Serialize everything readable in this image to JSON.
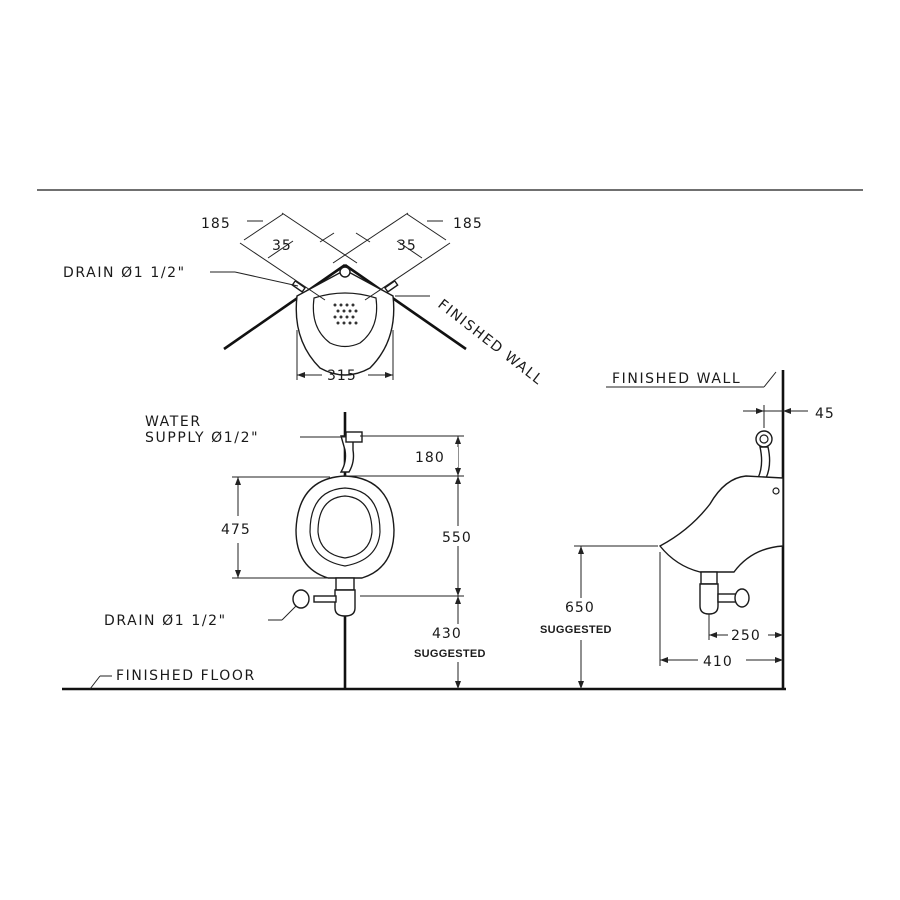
{
  "top_view": {
    "dim_left_outer": "185",
    "dim_left_inner": "35",
    "dim_right_inner": "35",
    "dim_right_outer": "185",
    "drain_label": "DRAIN  Ø1 1/2\"",
    "wall_label": "FINISHED  WALL",
    "width_dim": "315"
  },
  "front_view": {
    "water_label_1": "WATER",
    "water_label_2": "SUPPLY  Ø1/2\"",
    "dim_bowl_height": "475",
    "dim_supply_gap": "180",
    "dim_supply_to_drain": "550",
    "dim_drain_height": "430",
    "dim_drain_note": "SUGGESTED",
    "drain_label": "DRAIN  Ø1  1/2\"",
    "floor_label": "FINISHED  FLOOR"
  },
  "side_view": {
    "wall_label": "FINISHED  WALL",
    "dim_wall_offset": "45",
    "dim_rim_height": "650",
    "dim_rim_note": "SUGGESTED",
    "dim_drain_projection": "250",
    "dim_total_projection": "410"
  }
}
